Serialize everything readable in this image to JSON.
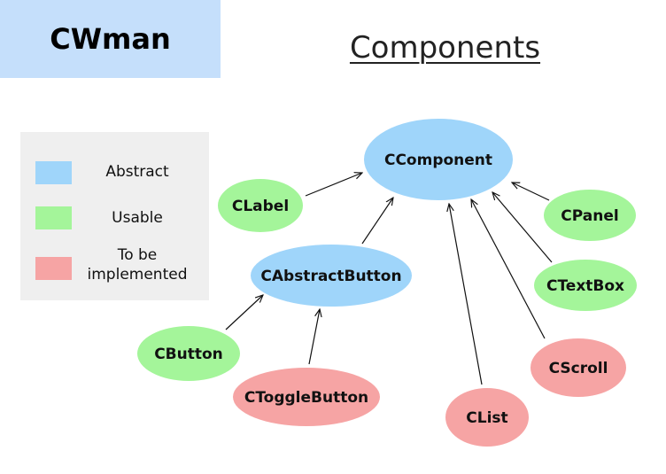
{
  "title": "CWman",
  "heading": "Components",
  "colors": {
    "abstract": "#9fd5fa",
    "usable": "#a4f59a",
    "to_be_implemented": "#f6a4a4",
    "title_bg": "#c5dffb",
    "legend_bg": "#efefef"
  },
  "legend": [
    {
      "label": "Abstract",
      "color": "#9fd5fa"
    },
    {
      "label": "Usable",
      "color": "#a4f59a"
    },
    {
      "label": "To be implemented",
      "color": "#f6a4a4"
    }
  ],
  "nodes": [
    {
      "id": "ccomponent",
      "label": "CComponent",
      "kind": "abstract"
    },
    {
      "id": "cabstractbutton",
      "label": "CAbstractButton",
      "kind": "abstract"
    },
    {
      "id": "clabel",
      "label": "CLabel",
      "kind": "usable"
    },
    {
      "id": "cbutton",
      "label": "CButton",
      "kind": "usable"
    },
    {
      "id": "cpanel",
      "label": "CPanel",
      "kind": "usable"
    },
    {
      "id": "ctextbox",
      "label": "CTextBox",
      "kind": "usable"
    },
    {
      "id": "ctogglebutton",
      "label": "CToggleButton",
      "kind": "to_be_implemented"
    },
    {
      "id": "clist",
      "label": "CList",
      "kind": "to_be_implemented"
    },
    {
      "id": "cscroll",
      "label": "CScroll",
      "kind": "to_be_implemented"
    }
  ],
  "edges": [
    {
      "from": "clabel",
      "to": "ccomponent"
    },
    {
      "from": "cabstractbutton",
      "to": "ccomponent"
    },
    {
      "from": "cpanel",
      "to": "ccomponent"
    },
    {
      "from": "ctextbox",
      "to": "ccomponent"
    },
    {
      "from": "cscroll",
      "to": "ccomponent"
    },
    {
      "from": "clist",
      "to": "ccomponent"
    },
    {
      "from": "cbutton",
      "to": "cabstractbutton"
    },
    {
      "from": "ctogglebutton",
      "to": "cabstractbutton"
    }
  ]
}
